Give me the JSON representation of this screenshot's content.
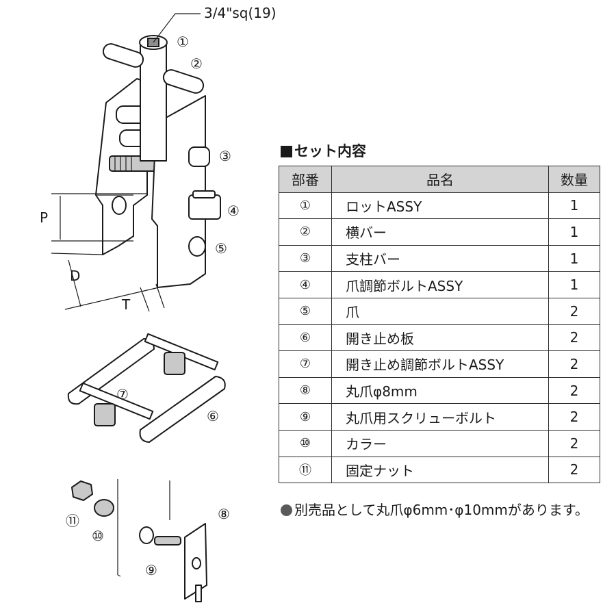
{
  "diagram": {
    "socket_label": "3/4\"sq(19)",
    "dim_p": "P",
    "dim_d": "D",
    "dim_t": "T",
    "callouts": [
      "①",
      "②",
      "③",
      "④",
      "⑤",
      "⑥",
      "⑦",
      "⑧",
      "⑨",
      "⑩",
      "⑪"
    ]
  },
  "set_contents": {
    "title": "セット内容",
    "columns": [
      "部番",
      "品名",
      "数量"
    ],
    "rows": [
      {
        "no": "①",
        "name": "ロットASSY",
        "qty": "1"
      },
      {
        "no": "②",
        "name": "横バー",
        "qty": "1"
      },
      {
        "no": "③",
        "name": "支柱バー",
        "qty": "1"
      },
      {
        "no": "④",
        "name": "爪調節ボルトASSY",
        "qty": "1"
      },
      {
        "no": "⑤",
        "name": "爪",
        "qty": "2"
      },
      {
        "no": "⑥",
        "name": "開き止め板",
        "qty": "2"
      },
      {
        "no": "⑦",
        "name": "開き止め調節ボルトASSY",
        "qty": "2"
      },
      {
        "no": "⑧",
        "name": "丸爪φ8mm",
        "qty": "2"
      },
      {
        "no": "⑨",
        "name": "丸爪用スクリューボルト",
        "qty": "2"
      },
      {
        "no": "⑩",
        "name": "カラー",
        "qty": "2"
      },
      {
        "no": "⑪",
        "name": "固定ナット",
        "qty": "2"
      }
    ],
    "note": "別売品として丸爪φ6mm･φ10mmがあります。"
  }
}
